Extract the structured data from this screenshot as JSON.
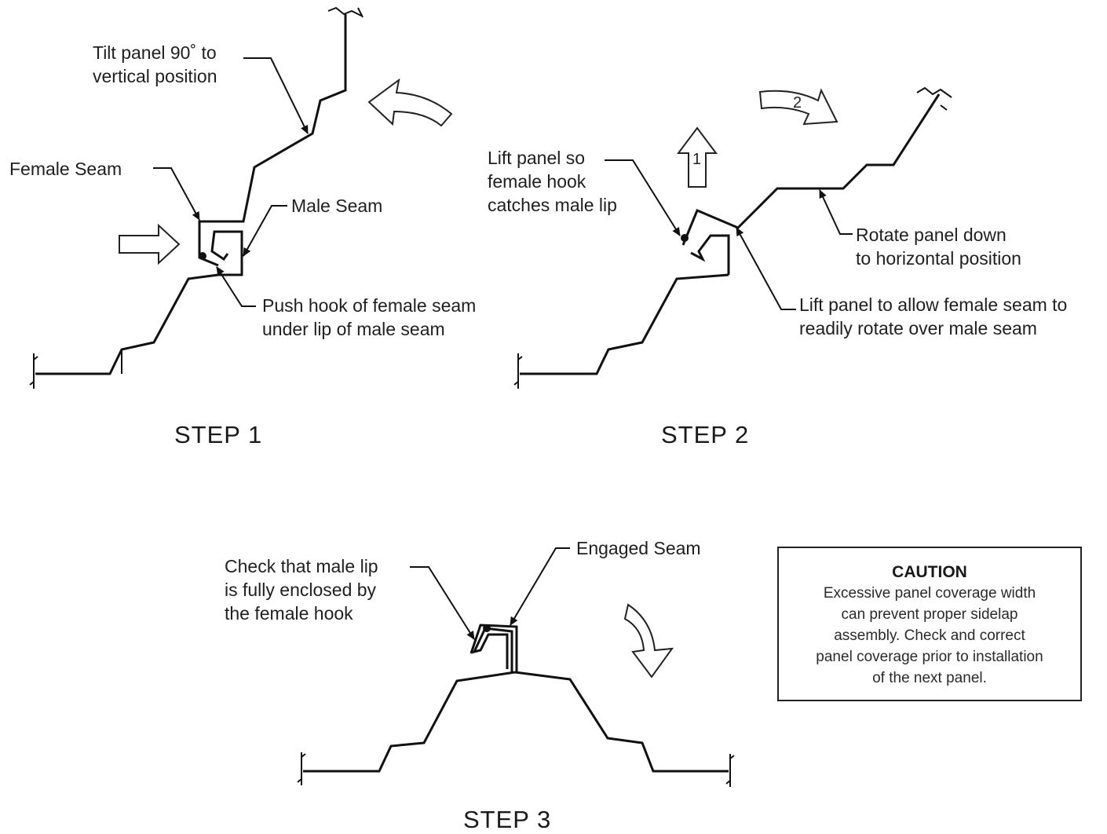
{
  "labels": {
    "tilt": "Tilt panel 90˚ to\nvertical position",
    "female_seam": "Female Seam",
    "male_seam": "Male Seam",
    "push_hook": "Push hook of female seam\nunder lip of male seam",
    "lift_so": "Lift panel so\nfemale hook\ncatches male lip",
    "rotate_down": "Rotate panel down\nto horizontal position",
    "lift_allow": "Lift panel to allow female seam to\nreadily rotate over male seam",
    "check_lip": "Check that male lip\nis fully enclosed by\nthe female hook",
    "engaged_seam": "Engaged Seam"
  },
  "steps": {
    "step1": "STEP 1",
    "step2": "STEP 2",
    "step3": "STEP 3"
  },
  "arrow_numbers": {
    "lift": "1",
    "rotate": "2"
  },
  "caution": {
    "title": "CAUTION",
    "body": "Excessive panel coverage width\ncan prevent proper sidelap\nassembly.  Check and correct\npanel coverage prior to installation\nof the next panel."
  }
}
